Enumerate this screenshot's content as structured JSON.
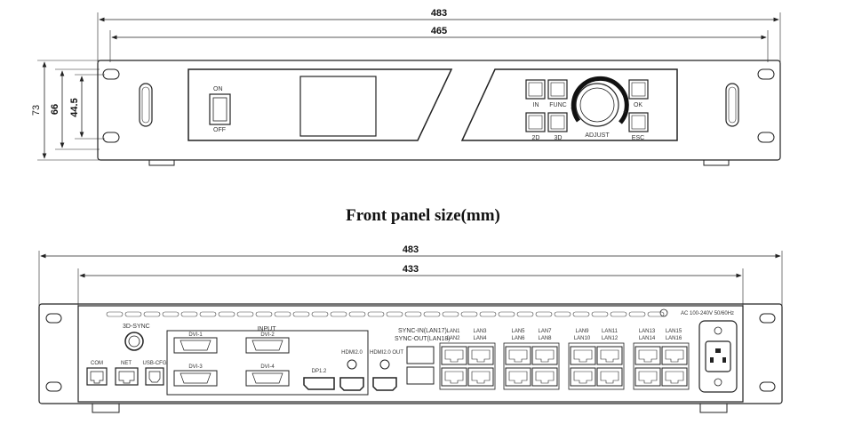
{
  "caption": "Front panel size(mm)",
  "front": {
    "dims": {
      "outer_width": "483",
      "inner_width": "465",
      "height_total": "73",
      "height_66": "66",
      "height_445": "44.5"
    },
    "switch": {
      "on": "ON",
      "off": "OFF"
    },
    "buttons": {
      "in": "IN",
      "func": "FUNC",
      "ok": "OK",
      "b2d": "2D",
      "b3d": "3D",
      "esc": "ESC",
      "adjust": "ADJUST",
      "minus": "-",
      "plus": "+"
    }
  },
  "rear": {
    "dims": {
      "outer_width": "483",
      "inner_width": "433"
    },
    "labels": {
      "sync3d": "3D-SYNC",
      "input": "INPUT",
      "dvi1": "DVI-1",
      "dvi2": "DVI-2",
      "dvi3": "DVI-3",
      "dvi4": "DVI-4",
      "dp": "DP1.2",
      "hdmi20": "HDMI2.0",
      "hdmi20out": "HDMI2.0 OUT",
      "com": "COM",
      "net": "NET",
      "usb": "USB-CFG",
      "sync_in": "SYNC-IN(LAN17)",
      "sync_out": "SYNC-OUT(LAN18)",
      "ac": "AC  100-240V  50/60Hz"
    },
    "lan_top": [
      "LAN1",
      "LAN3",
      "LAN5",
      "LAN7",
      "LAN9",
      "LAN11",
      "LAN13",
      "LAN15"
    ],
    "lan_bottom": [
      "LAN2",
      "LAN4",
      "LAN6",
      "LAN8",
      "LAN10",
      "LAN12",
      "LAN14",
      "LAN16"
    ]
  }
}
